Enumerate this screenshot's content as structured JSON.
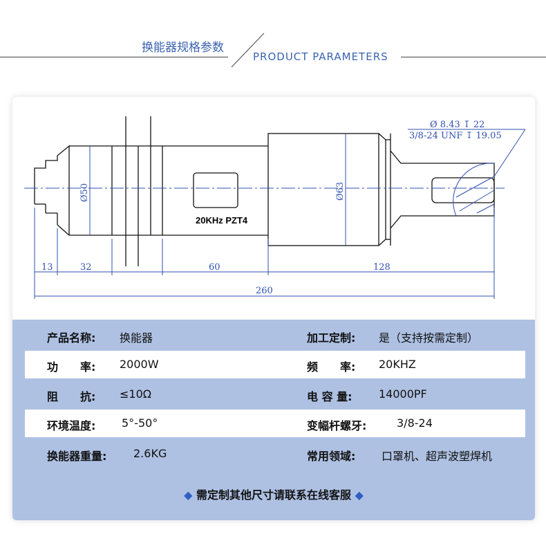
{
  "header": {
    "title_cn": "换能器规格参数",
    "title_en": "PRODUCT PARAMETERS"
  },
  "drawing": {
    "label": "20KHz PZT4",
    "dia1": "Ø50",
    "dia2": "Ø63",
    "thread_line1": "Ø 8.43 ↧ 22",
    "thread_line2": "3/8-24 UNF  ↧ 19.05",
    "dims": {
      "d13": "13",
      "d32": "32",
      "d60": "60",
      "d128": "128",
      "d260": "260"
    }
  },
  "specs": [
    {
      "k1": "产品名称:",
      "v1": "换能器",
      "k2": "加工定制:",
      "v2": "是（支持按需定制）"
    },
    {
      "k1": "功　　率:",
      "v1": "2000W",
      "k2": "频　　率:",
      "v2": "20KHZ"
    },
    {
      "k1": "阻　　抗:",
      "v1": "≤10Ω",
      "k2": "电 容 量:",
      "v2": "14000PF"
    },
    {
      "k1": "环境温度:",
      "v1": "5°-50°",
      "k2": "变幅杆螺牙:",
      "v2": "3/8-24"
    },
    {
      "k1": "换能器重量:",
      "v1": "2.6KG",
      "k2": "常用领域:",
      "v2": "口罩机、超声波塑焊机"
    }
  ],
  "footer": {
    "text": "需定制其他尺寸请联系在线客服",
    "diamond": "◆"
  },
  "colors": {
    "accent": "#3a63b0",
    "panel": "#aec1e3"
  }
}
